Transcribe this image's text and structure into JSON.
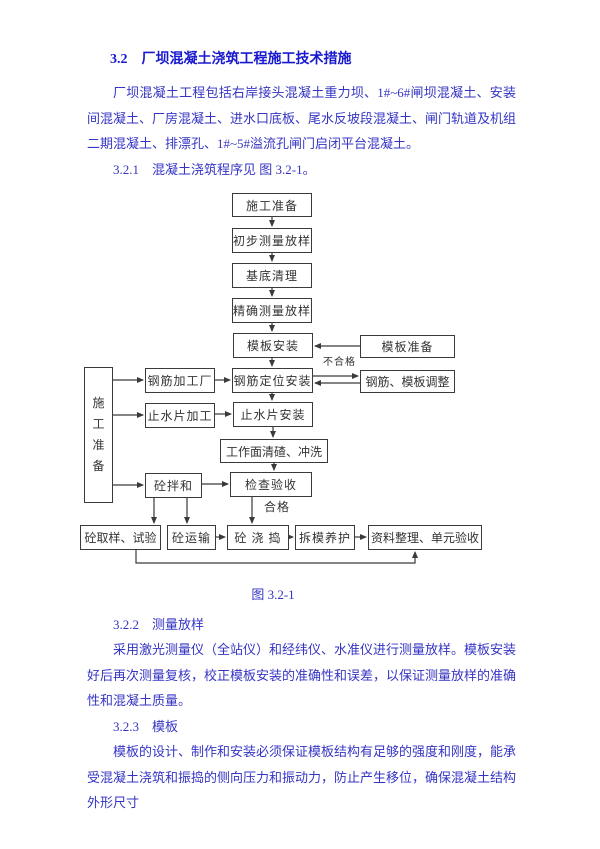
{
  "doc": {
    "heading": "3.2　厂坝混凝土浇筑工程施工技术措施",
    "para_intro": "厂坝混凝土工程包括右岸接头混凝土重力坝、1#~6#闸坝混凝土、安装间混凝土、厂房混凝土、进水口底板、尾水反坡段混凝土、闸门轨道及机组二期混凝土、排漂孔、1#~5#溢流孔闸门启闭平台混凝土。",
    "sec321": "3.2.1　混凝土浇筑程序见 图 3.2-1。",
    "figure_caption": "图 3.2-1",
    "sec322": "3.2.2　测量放样",
    "para322": "采用激光测量仪（全站仪）和经纬仪、水准仪进行测量放样。模板安装好后再次测量复核，校正模板安装的准确性和误差，以保证测量放样的准确性和混凝土质量。",
    "sec323": "3.2.3　模板",
    "para323": "模板的设计、制作和安装必须保证模板结构有足够的强度和刚度，能承受混凝土浇筑和振捣的侧向压力和振动力，防止产生移位，确保混凝土结构外形尺寸"
  },
  "flowchart": {
    "nodes": {
      "construction_prep": "施工准备",
      "initial_survey": "初步测量放样",
      "base_cleaning": "基底清理",
      "precise_survey": "精确测量放样",
      "formwork_install": "模板安装",
      "formwork_prep": "模板准备",
      "rebar_install": "钢筋定位安装",
      "rebar_adjust": "钢筋、模板调整",
      "rebar_factory": "钢筋加工厂",
      "waterstop_process": "止水片加工",
      "waterstop_install": "止水片安装",
      "surface_clean": "工作面清碴、冲洗",
      "prep_left": "施工准备",
      "mixing": "砼拌和",
      "inspection": "检查验收",
      "sampling": "砼取样、试验",
      "transport": "砼运输",
      "pouring": "砼 浇 捣",
      "demould": "拆模养护",
      "archive": "资料整理、单元验收"
    },
    "labels": {
      "fail": "不合格",
      "pass": "合格"
    }
  },
  "colors": {
    "body_text": "#3535c4",
    "heading_text": "#1818cf",
    "chart_line": "#3a3a3a",
    "node_text": "#333333",
    "background": "#ffffff"
  }
}
